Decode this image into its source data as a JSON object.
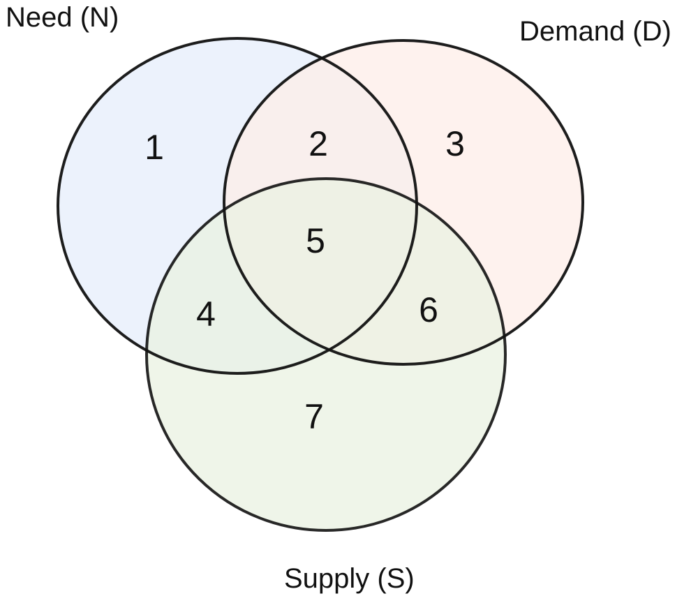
{
  "sets": [
    {
      "id": "need",
      "label": "Need (N)",
      "fill": "#e6eefb"
    },
    {
      "id": "demand",
      "label": "Demand (D)",
      "fill": "#fdeee8"
    },
    {
      "id": "supply",
      "label": "Supply (S)",
      "fill": "#e9f2e1"
    }
  ],
  "regions": [
    {
      "id": "n-only",
      "label": "1"
    },
    {
      "id": "n-d",
      "label": "2"
    },
    {
      "id": "d-only",
      "label": "3"
    },
    {
      "id": "n-s",
      "label": "4"
    },
    {
      "id": "n-d-s",
      "label": "5"
    },
    {
      "id": "d-s",
      "label": "6"
    },
    {
      "id": "s-only",
      "label": "7"
    }
  ],
  "colors": {
    "outline": "#111111",
    "text": "#111111"
  }
}
